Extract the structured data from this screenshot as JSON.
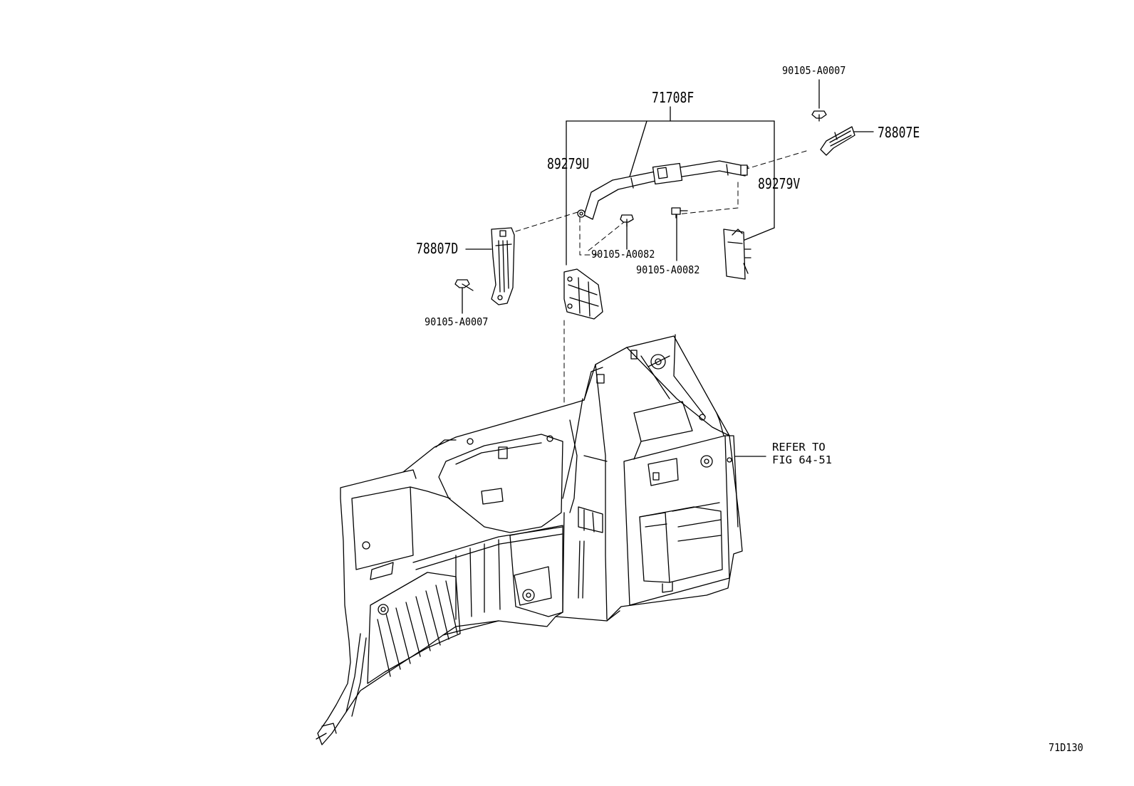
{
  "diagram": {
    "labels": {
      "p71708F": "71708F",
      "p89279U": "89279U",
      "p89279V": "89279V",
      "p78807E": "78807E",
      "p78807D": "78807D",
      "bolt_top_right": "90105-A0007",
      "bolt_center_1": "90105-A0082",
      "bolt_center_2": "90105-A0082",
      "bolt_left": "90105-A0007"
    },
    "refer_note": "REFER TO\nFIG 64-51",
    "figure_code": "71D130"
  }
}
